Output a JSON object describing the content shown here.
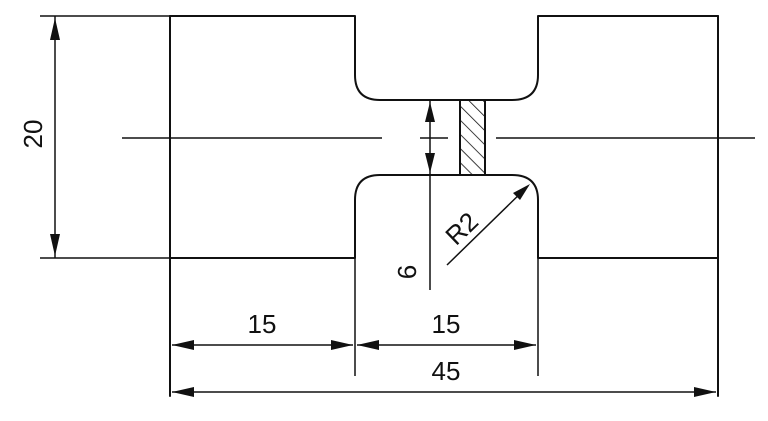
{
  "dimensions": {
    "height_label": "20",
    "left_width_label": "15",
    "center_width_label": "15",
    "total_width_label": "45",
    "neck_gap_label": "6",
    "radius_label": "R2"
  },
  "colors": {
    "line": "#111111",
    "background": "#ffffff"
  }
}
